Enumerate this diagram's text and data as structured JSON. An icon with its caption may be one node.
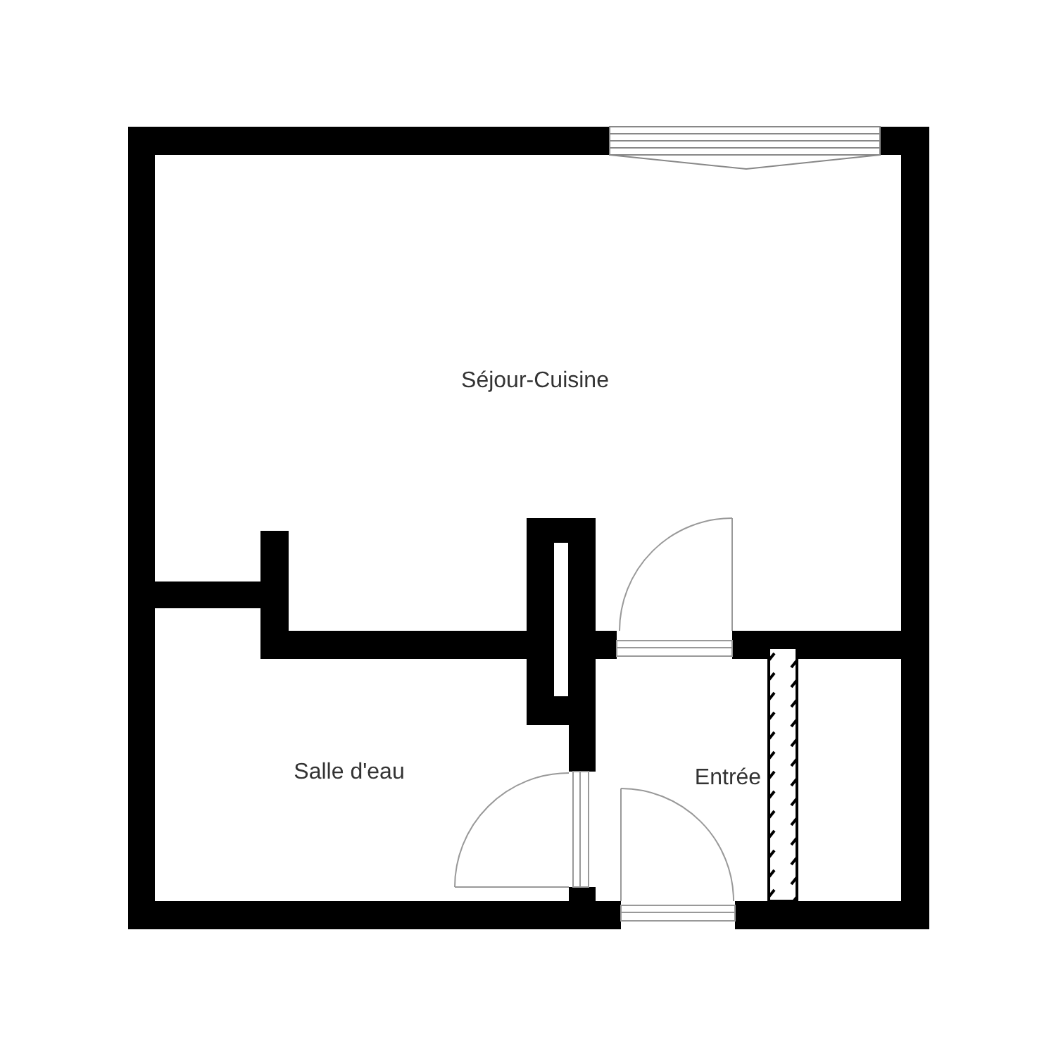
{
  "diagram": {
    "labels": [
      "Séjour-Cuisine",
      "Salle d'eau",
      "Entrée"
    ]
  }
}
